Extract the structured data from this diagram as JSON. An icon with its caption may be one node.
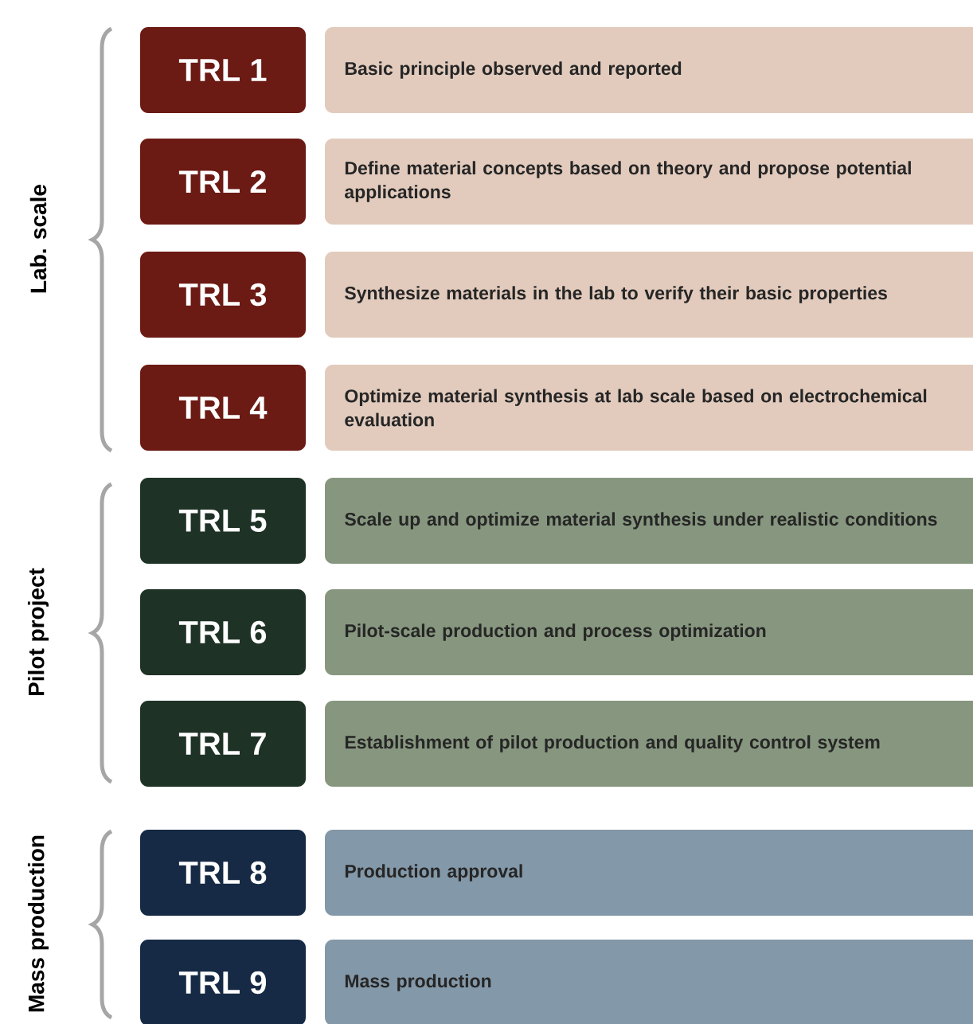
{
  "diagram": {
    "nodes": [
      {
        "text": [
          "TRL 1"
        ]
      },
      {
        "text": [
          "Basic principle observed and reported"
        ]
      },
      {
        "text": [
          "TRL 2"
        ]
      },
      {
        "text": [
          "Define material concepts based on theory and propose potential applications"
        ]
      },
      {
        "text": [
          "TRL 3"
        ]
      },
      {
        "text": [
          "Synthesize materials in the lab to verify their basic properties"
        ]
      },
      {
        "text": [
          "TRL 4"
        ]
      },
      {
        "text": [
          "Optimize material synthesis at lab scale based on electrochemical evaluation"
        ]
      },
      {
        "text": [
          "TRL 5"
        ]
      },
      {
        "text": [
          "Scale up and optimize material synthesis under realistic conditions"
        ]
      },
      {
        "text": [
          "TRL 6"
        ]
      },
      {
        "text": [
          "Pilot-scale production and process optimization"
        ]
      },
      {
        "text": [
          "TRL 7"
        ]
      },
      {
        "text": [
          "Establishment of pilot production and quality control system"
        ]
      },
      {
        "text": [
          "TRL 8"
        ]
      },
      {
        "text": [
          "Production approval"
        ]
      },
      {
        "text": [
          "TRL 9"
        ]
      },
      {
        "text": [
          "Mass production"
        ]
      }
    ],
    "labels": [
      "Lab. scale",
      "Pilot project",
      "Mass production"
    ]
  }
}
